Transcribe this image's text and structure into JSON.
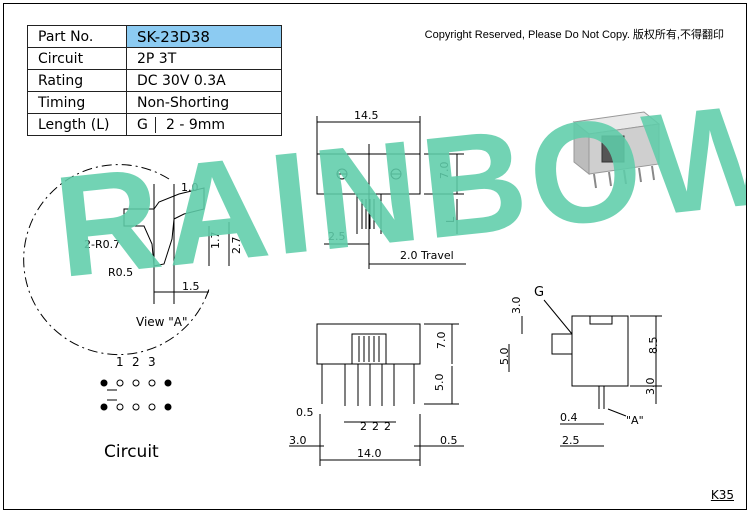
{
  "spec_table": {
    "rows": [
      {
        "label": "Part No.",
        "value": "SK-23D38"
      },
      {
        "label": "Circuit",
        "value": "2P 3T"
      },
      {
        "label": "Rating",
        "value": "DC 30V 0.3A"
      },
      {
        "label": "Timing",
        "value": "Non-Shorting"
      },
      {
        "label": "Length (L)",
        "value_g": "G",
        "value": "2 - 9mm"
      }
    ],
    "highlight_color": "#8ccbf2"
  },
  "copyright": "Copyright Reserved, Please Do Not Copy. 版权所有,不得翻印",
  "watermark": "RAINBOW",
  "watermark_color": "#5fcdaa",
  "page_code": "K35",
  "left_view": {
    "dims": [
      "1.0",
      "2-R0.7",
      "R0.5",
      "1.7",
      "2.7",
      "1.5"
    ],
    "caption": "View \"A\""
  },
  "circuit": {
    "pins": [
      "1",
      "2",
      "3"
    ],
    "caption": "Circuit"
  },
  "top_view": {
    "dims": [
      "14.5",
      "7.0",
      "L",
      "2.5",
      "2.0 Travel"
    ]
  },
  "front_view": {
    "dims": [
      "7.0",
      "5.0",
      "0.5",
      "2",
      "2",
      "2",
      "3.0",
      "14.0",
      "0.5"
    ]
  },
  "side_view": {
    "label_g": "G",
    "dims": [
      "3.0",
      "5.0",
      "8.5",
      "3.0",
      "0.4",
      "2.5"
    ],
    "label_a": "\"A\""
  }
}
